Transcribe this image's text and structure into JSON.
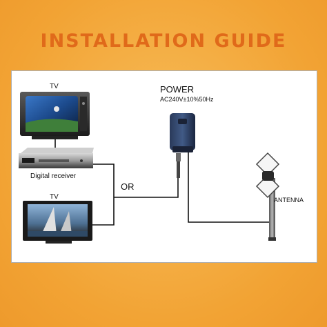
{
  "title": "INSTALLATION  GUIDE",
  "labels": {
    "tv_top": "TV",
    "digital_receiver": "Digital receiver",
    "or": "OR",
    "tv_bottom": "TV",
    "power": "POWER",
    "power_spec": "AC240V±10%50Hz",
    "antenna": "ANTENNA"
  },
  "colors": {
    "background": "#f2a334",
    "title": "#e06a1a",
    "panel": "#ffffff",
    "wire": "#111111"
  }
}
